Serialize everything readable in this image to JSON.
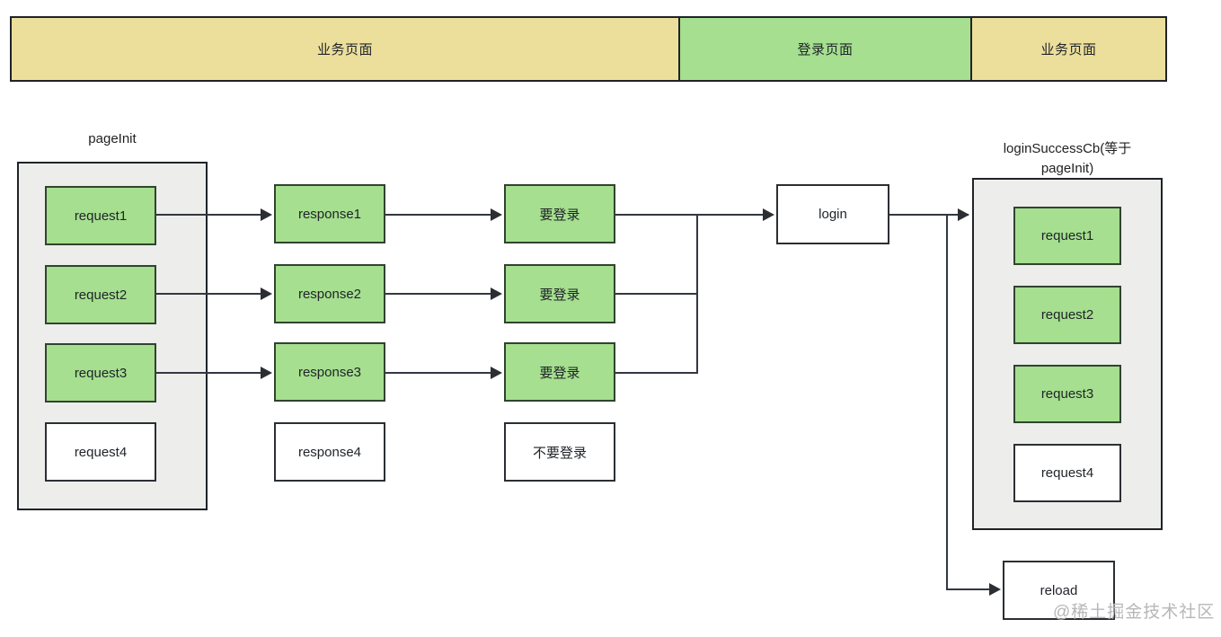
{
  "timeline": {
    "segments": [
      {
        "label": "业务页面",
        "color": "#ecdf9b",
        "kind": "business"
      },
      {
        "label": "登录页面",
        "color": "#a5df8f",
        "kind": "login"
      },
      {
        "label": "业务页面",
        "color": "#ecdf9b",
        "kind": "business"
      }
    ]
  },
  "groups": {
    "page_init": {
      "label": "pageInit"
    },
    "login_success_cb": {
      "label": "loginSuccessCb(等于\npageInit)"
    }
  },
  "columns": {
    "requests": [
      {
        "label": "request1",
        "state": "pending"
      },
      {
        "label": "request2",
        "state": "pending"
      },
      {
        "label": "request3",
        "state": "pending"
      },
      {
        "label": "request4",
        "state": "idle"
      }
    ],
    "responses": [
      {
        "label": "response1",
        "state": "pending"
      },
      {
        "label": "response2",
        "state": "pending"
      },
      {
        "label": "response3",
        "state": "pending"
      },
      {
        "label": "response4",
        "state": "idle"
      }
    ],
    "auth_checks": [
      {
        "label": "要登录",
        "state": "pending"
      },
      {
        "label": "要登录",
        "state": "pending"
      },
      {
        "label": "要登录",
        "state": "pending"
      },
      {
        "label": "不要登录",
        "state": "idle"
      }
    ],
    "retries": [
      {
        "label": "request1",
        "state": "pending"
      },
      {
        "label": "request2",
        "state": "pending"
      },
      {
        "label": "request3",
        "state": "pending"
      },
      {
        "label": "request4",
        "state": "idle"
      }
    ]
  },
  "nodes": {
    "login": {
      "label": "login"
    },
    "reload": {
      "label": "reload"
    }
  },
  "watermark": {
    "text": "@稀土掘金技术社区"
  },
  "colors": {
    "green_fill": "#a5df8f",
    "green_stroke": "#31432f",
    "yellow_fill": "#ecdf9b",
    "group_fill": "#ededec",
    "stroke": "#1f2328",
    "line": "#333740"
  }
}
